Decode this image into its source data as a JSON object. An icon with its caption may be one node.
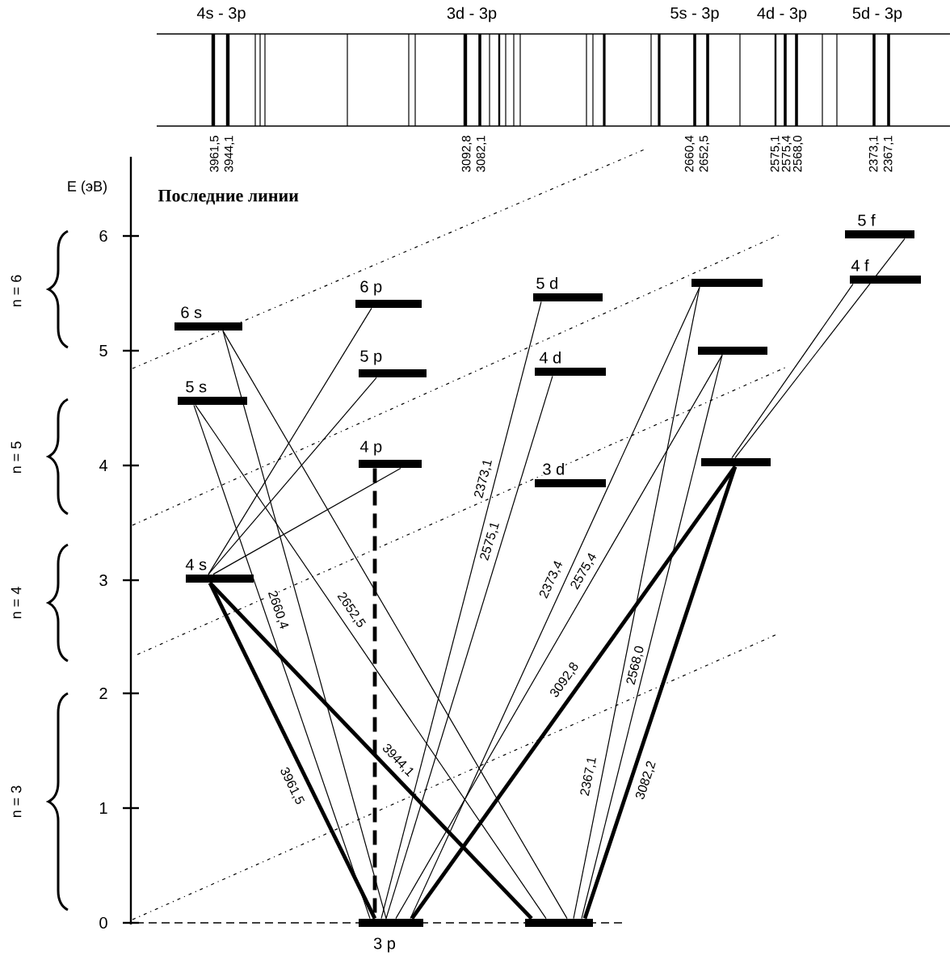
{
  "diagram": {
    "nodes": [
      {
        "text": [
          "6 s"
        ]
      },
      {
        "text": [
          "5 s"
        ]
      },
      {
        "text": [
          "4 s"
        ]
      },
      {
        "text": [
          "6 p"
        ]
      },
      {
        "text": [
          "5 p"
        ]
      },
      {
        "text": [
          "4 p"
        ]
      },
      {
        "text": [
          "3 p"
        ]
      },
      {
        "text": [
          "5 d"
        ]
      },
      {
        "text": [
          "4 d"
        ]
      },
      {
        "text": [
          "3 d"
        ]
      },
      {
        "text": [],
        "shape": "bar"
      },
      {
        "text": [],
        "shape": "bar"
      },
      {
        "text": [],
        "shape": "bar"
      },
      {
        "text": [],
        "shape": "bar"
      },
      {
        "text": [
          "5 f"
        ]
      },
      {
        "text": [
          "4 f"
        ]
      }
    ],
    "edges": [
      {
        "from": 0,
        "to": 6,
        "arrow": "none"
      },
      {
        "from": 0,
        "to": 10,
        "arrow": "none"
      },
      {
        "from": 1,
        "to": 6,
        "arrow": "none",
        "label": "2660,4"
      },
      {
        "from": 1,
        "to": 10,
        "arrow": "none",
        "label": "2652,5"
      },
      {
        "from": 2,
        "to": 6,
        "arrow": "none",
        "label": "3961,5",
        "style": "thick"
      },
      {
        "from": 2,
        "to": 10,
        "arrow": "none",
        "label": "3944,1",
        "style": "thick"
      },
      {
        "from": 2,
        "to": 3,
        "arrow": "none"
      },
      {
        "from": 2,
        "to": 4,
        "arrow": "none"
      },
      {
        "from": 2,
        "to": 5,
        "arrow": "none"
      },
      {
        "from": 5,
        "to": 6,
        "arrow": "none",
        "style": "dashed"
      },
      {
        "from": 7,
        "to": 6,
        "arrow": "none",
        "label": "2373,1"
      },
      {
        "from": 8,
        "to": 6,
        "arrow": "none",
        "label": "2575,1"
      },
      {
        "from": 11,
        "to": 6,
        "arrow": "none",
        "label": "2373,4"
      },
      {
        "from": 11,
        "to": 10,
        "arrow": "none",
        "label": "2367,1"
      },
      {
        "from": 12,
        "to": 6,
        "arrow": "none",
        "label": "2575,4"
      },
      {
        "from": 12,
        "to": 10,
        "arrow": "none",
        "label": "2568,0"
      },
      {
        "from": 13,
        "to": 6,
        "arrow": "none",
        "label": "3092,8",
        "style": "thick"
      },
      {
        "from": 13,
        "to": 10,
        "arrow": "none",
        "label": "3082,2",
        "style": "thick"
      },
      {
        "from": 14,
        "to": 13,
        "arrow": "none"
      },
      {
        "from": 15,
        "to": 13,
        "arrow": "none"
      }
    ],
    "labels": [
      "4s - 3p",
      "3d - 3p",
      "5s - 3p",
      "4d - 3p",
      "5d - 3p",
      "3961,5",
      "3944,1",
      "3092,8",
      "3082,1",
      "2660,4",
      "2652,5",
      "2575,1",
      "2575,4",
      "2568,0",
      "2373,1",
      "2367,1",
      "E (эВ)",
      "Последние линии",
      "6",
      "5",
      "4",
      "3",
      "2",
      "1",
      "0",
      "n = 6",
      "n = 5",
      "n = 4",
      "n = 3"
    ]
  }
}
